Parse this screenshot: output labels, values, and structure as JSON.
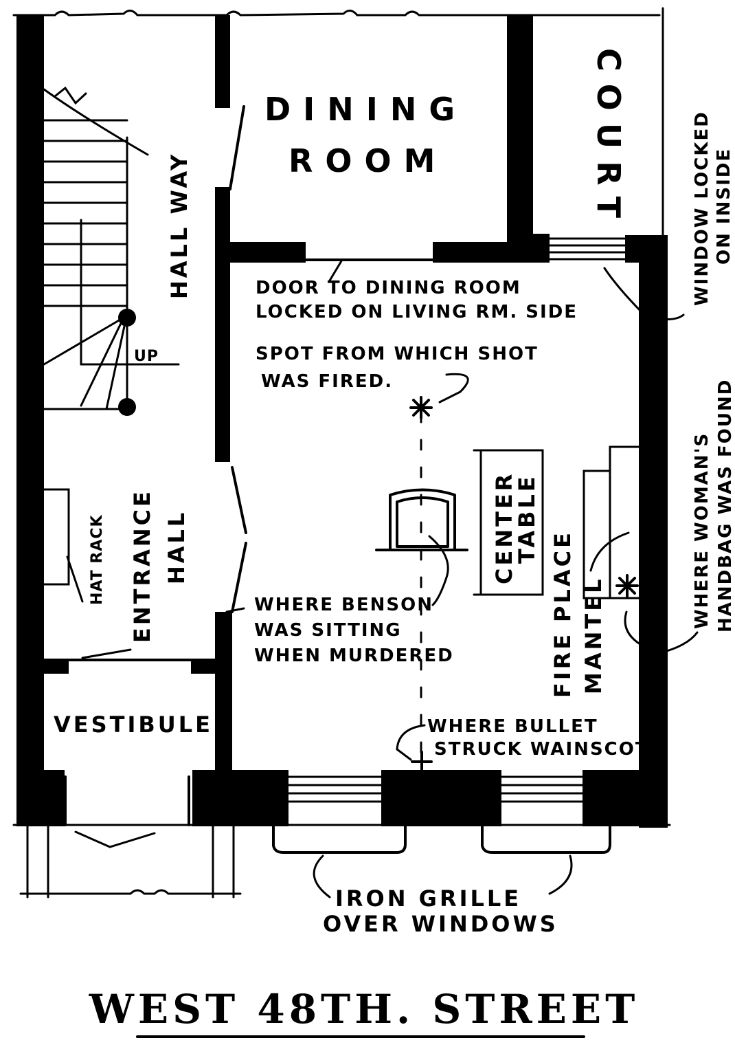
{
  "rooms": {
    "dining_room_1": "DINING",
    "dining_room_2": "ROOM",
    "court": "COURT",
    "hall_way": "HALL WAY",
    "entrance_hall_1": "ENTRANCE",
    "entrance_hall_2": "HALL",
    "vestibule": "VESTIBULE",
    "center_table_1": "CENTER",
    "center_table_2": "TABLE",
    "fire_place_1": "FIRE",
    "fire_place_2": "PLACE",
    "mantel": "MANTEL",
    "hat_rack": "HAT RACK",
    "up": "UP"
  },
  "notes": {
    "door_1": "DOOR TO DINING ROOM",
    "door_2": "LOCKED ON LIVING RM. SIDE",
    "shot_1": "SPOT FROM WHICH SHOT",
    "shot_2": "WAS FIRED.",
    "benson_1": "WHERE BENSON",
    "benson_2": "WAS SITTING",
    "benson_3": "WHEN MURDERED",
    "bullet_1": "WHERE BULLET",
    "bullet_2": "STRUCK WAINSCOT",
    "window_1": "WINDOW LOCKED",
    "window_2": "ON INSIDE",
    "handbag_1": "WHERE WOMAN'S",
    "handbag_2": "HANDBAG WAS FOUND",
    "grille_1": "IRON GRILLE",
    "grille_2": "OVER WINDOWS"
  },
  "street": "WEST 48TH. STREET"
}
